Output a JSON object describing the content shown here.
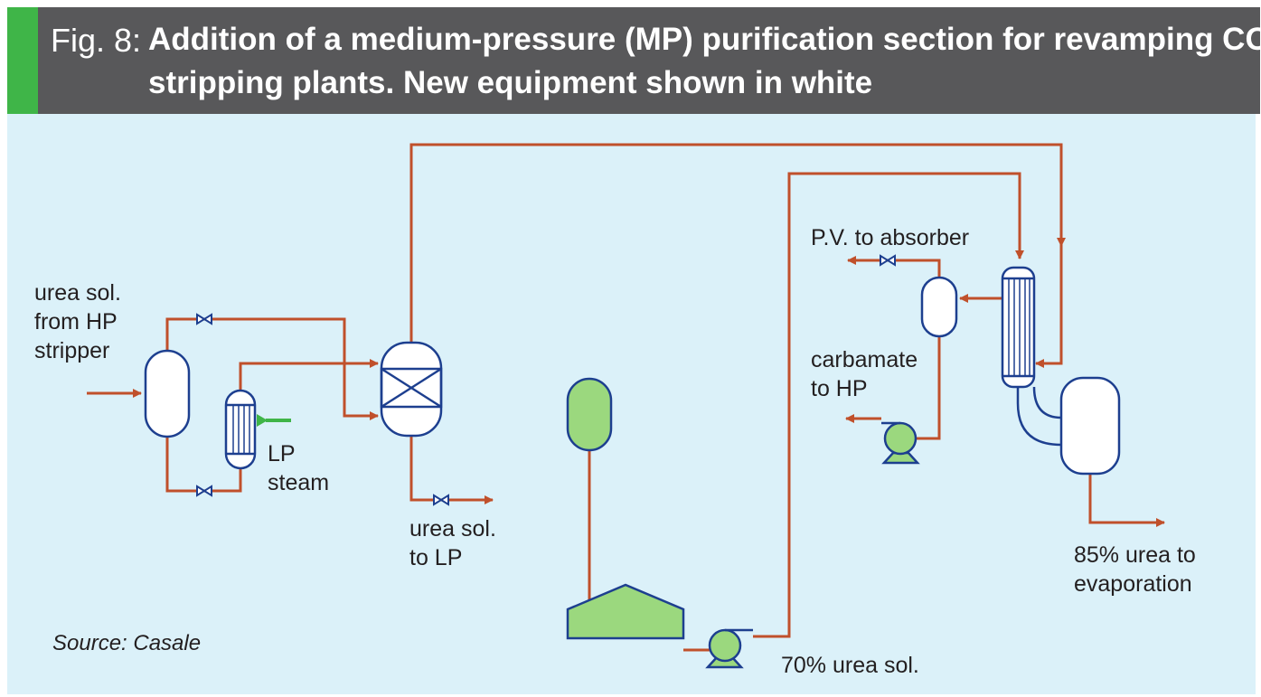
{
  "figure": {
    "number": "Fig. 8:",
    "title_line1_main": "Addition of a medium-pressure (MP) purification section for revamping CO",
    "title_line1_sub": "2",
    "title_line2": "stripping plants. New equipment shown in white",
    "source": "Source: Casale"
  },
  "labels": {
    "feed": [
      "urea sol.",
      "from HP",
      "stripper"
    ],
    "lp_steam": [
      "LP",
      "steam"
    ],
    "urea_to_lp": [
      "urea sol.",
      "to LP"
    ],
    "pv_to_absorber": "P.V. to absorber",
    "carbamate_to_hp": [
      "carbamate",
      "to HP"
    ],
    "urea_85": [
      "85% urea to",
      "evaporation"
    ],
    "urea_70": "70% urea sol."
  },
  "colors": {
    "header_bg": "#58585a",
    "accent": "#3fb548",
    "diagram_bg": "#dbf1f9",
    "pipe": "#c0502b",
    "equipment_stroke": "#1d3f8f",
    "existing_equipment": "#9bd87e",
    "new_equipment": "#ffffff",
    "steam_arrow": "#3fb548"
  }
}
